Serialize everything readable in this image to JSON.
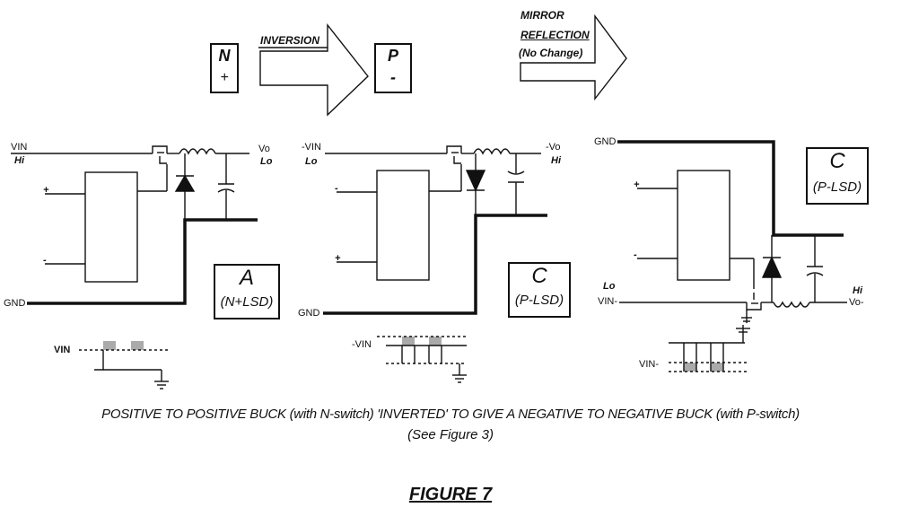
{
  "top": {
    "box_n": {
      "letter": "N",
      "sign": "+"
    },
    "inversion_label": "INVERSION",
    "box_p": {
      "letter": "P",
      "sign": "-"
    },
    "mirror_label_1": "MIRROR",
    "mirror_label_2": "REFLECTION",
    "mirror_label_3": "(No Change)"
  },
  "circuit_a": {
    "vin": "VIN",
    "hi": "Hi",
    "vo": "Vo",
    "lo": "Lo",
    "plus": "+",
    "minus": "-",
    "gnd": "GND",
    "tag_letter": "A",
    "tag_sub": "(N+LSD)",
    "wave_label": "VIN"
  },
  "circuit_b": {
    "vin": "-VIN",
    "lo": "Lo",
    "vo": "-Vo",
    "hi": "Hi",
    "minus": "-",
    "plus": "+",
    "gnd": "GND",
    "tag_letter": "C",
    "tag_sub": "(P-LSD)",
    "wave_label": "-VIN"
  },
  "circuit_c": {
    "gnd": "GND",
    "tag_letter": "C",
    "tag_sub": "(P-LSD)",
    "plus": "+",
    "minus": "-",
    "lo": "Lo",
    "vin": "VIN-",
    "hi": "Hi",
    "vo": "Vo-",
    "wave_label": "VIN-"
  },
  "caption": {
    "line1": "POSITIVE TO POSITIVE BUCK (with N-switch) 'INVERTED' TO GIVE A  NEGATIVE TO NEGATIVE BUCK (with P-switch)",
    "line2": "(See Figure 3)",
    "figure": "FIGURE 7"
  }
}
